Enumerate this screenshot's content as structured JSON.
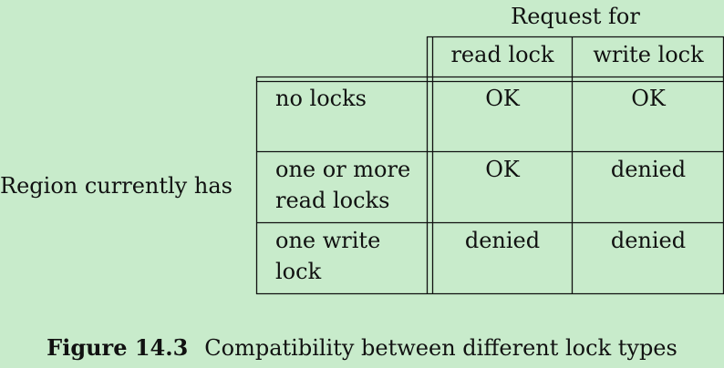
{
  "table": {
    "column_group_header": "Request for",
    "row_group_header": "Region currently has",
    "columns": [
      "read lock",
      "write lock"
    ],
    "rows": [
      {
        "label_lines": [
          "no locks"
        ],
        "cells": [
          "OK",
          "OK"
        ]
      },
      {
        "label_lines": [
          "one or more",
          "read locks"
        ],
        "cells": [
          "OK",
          "denied"
        ]
      },
      {
        "label_lines": [
          "one write",
          "lock"
        ],
        "cells": [
          "denied",
          "denied"
        ]
      }
    ]
  },
  "caption": {
    "label": "Figure 14.3",
    "text": "Compatibility between different lock types"
  }
}
